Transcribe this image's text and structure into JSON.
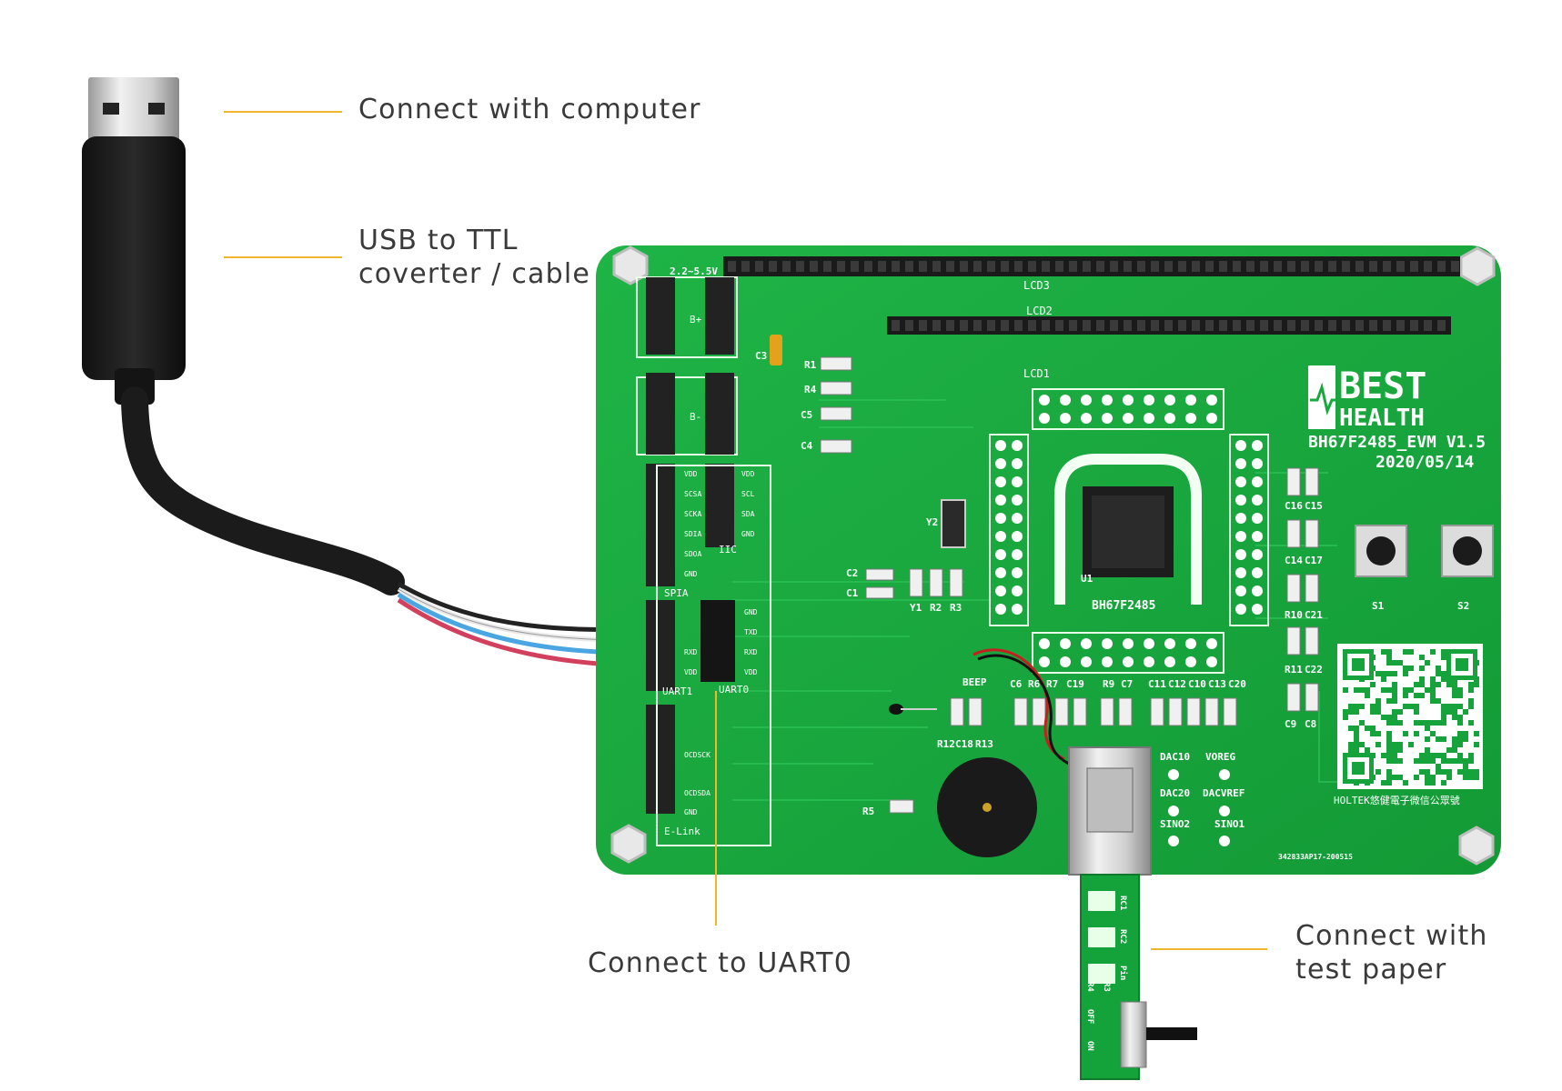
{
  "callouts": {
    "computer": "Connect with computer",
    "cable_line1": "USB to TTL",
    "cable_line2": "coverter / cable",
    "uart": "Connect to UART0",
    "test_line1": "Connect with",
    "test_line2": "test paper"
  },
  "board": {
    "brand_line1": "BEST",
    "brand_line2": "HEALTH",
    "model": "BH67F2485_EVM V1.5",
    "date": "2020/05/14",
    "chip": "BH67F2485",
    "qr_caption": "HOLTEK悠健電子微信公眾號",
    "serial": "342833AP17-200515",
    "lcd_labels": [
      "LCD3",
      "LCD2",
      "LCD1"
    ],
    "header_labels": [
      "B+",
      "B-",
      "SPIA",
      "IIC",
      "UART1",
      "UART0",
      "E-Link"
    ],
    "pin_labels": [
      "VDD",
      "SCSA",
      "SCKA",
      "SDIA",
      "SDOA",
      "GND",
      "VDD",
      "SCL",
      "SDA",
      "GND",
      "GND",
      "TXD",
      "RXD",
      "VDD",
      "RXD",
      "VDD",
      "OCDSCK",
      "OCDSDA",
      "GND"
    ],
    "component_labels": [
      "C3",
      "R1",
      "R4",
      "C5",
      "C4",
      "Y2",
      "C2",
      "C1",
      "Y1",
      "R2",
      "R3",
      "U1",
      "BEEP",
      "R12",
      "C18",
      "R13",
      "R5",
      "C6",
      "R6",
      "R7",
      "C19",
      "R9",
      "C7",
      "C11",
      "C12",
      "C10",
      "C13",
      "C20",
      "DAC10",
      "VOREG",
      "DAC20",
      "DACVREF",
      "SINO2",
      "SINO1",
      "C16",
      "C15",
      "C14",
      "C17",
      "R10",
      "C21",
      "R11",
      "C22",
      "C9",
      "C8",
      "S1",
      "S2"
    ],
    "voltage": "2.2~5.5V",
    "strip_labels": [
      "RC1",
      "RC2",
      "Pin",
      "R3",
      "R4",
      "OFF",
      "ON"
    ]
  },
  "colors": {
    "pcb": "#17a93d",
    "leader": "#f2b52e",
    "text": "#3a3a3a",
    "cable": "#1f1f1f"
  }
}
